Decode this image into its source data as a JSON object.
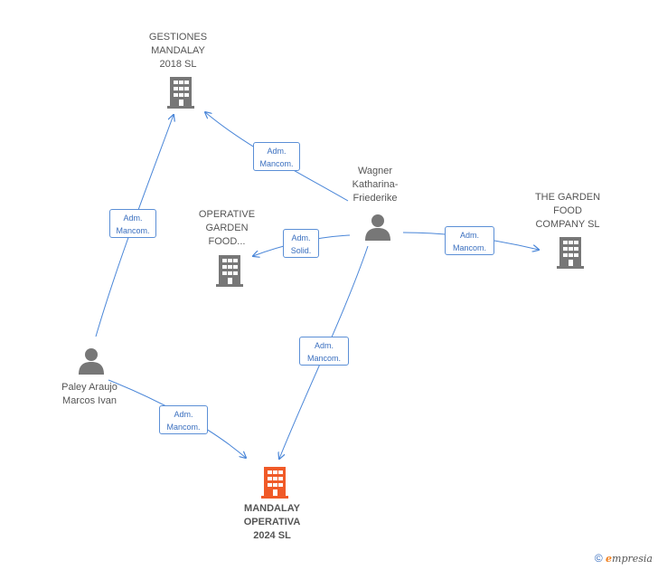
{
  "colors": {
    "edge": "#4a86d8",
    "company": "#777777",
    "company_main": "#f05a28",
    "person": "#777777"
  },
  "nodes": {
    "gestiones": {
      "label": "GESTIONES\nMANDALAY\n2018  SL",
      "icon": "building-icon"
    },
    "operative": {
      "label": "OPERATIVE\nGARDEN\nFOOD...",
      "icon": "building-icon"
    },
    "garden_company": {
      "label": "THE GARDEN\nFOOD\nCOMPANY  SL",
      "icon": "building-icon"
    },
    "mandalay_operativa": {
      "label": "MANDALAY\nOPERATIVA\n2024  SL",
      "icon": "building-icon"
    },
    "wagner": {
      "label": "Wagner\nKatharina-\nFriederike",
      "icon": "person-icon"
    },
    "paley": {
      "label": "Paley Araujo\nMarcos Ivan",
      "icon": "person-icon"
    }
  },
  "edges": {
    "wagner_gestiones": "Adm.\nMancom.",
    "paley_gestiones": "Adm.\nMancom.",
    "wagner_operative": "Adm.\nSolid.",
    "wagner_garden": "Adm.\nMancom.",
    "wagner_mandalay": "Adm.\nMancom.",
    "paley_mandalay": "Adm.\nMancom."
  },
  "watermark": {
    "symbol": "©",
    "brand_initial": "e",
    "brand_rest": "mpresia"
  }
}
